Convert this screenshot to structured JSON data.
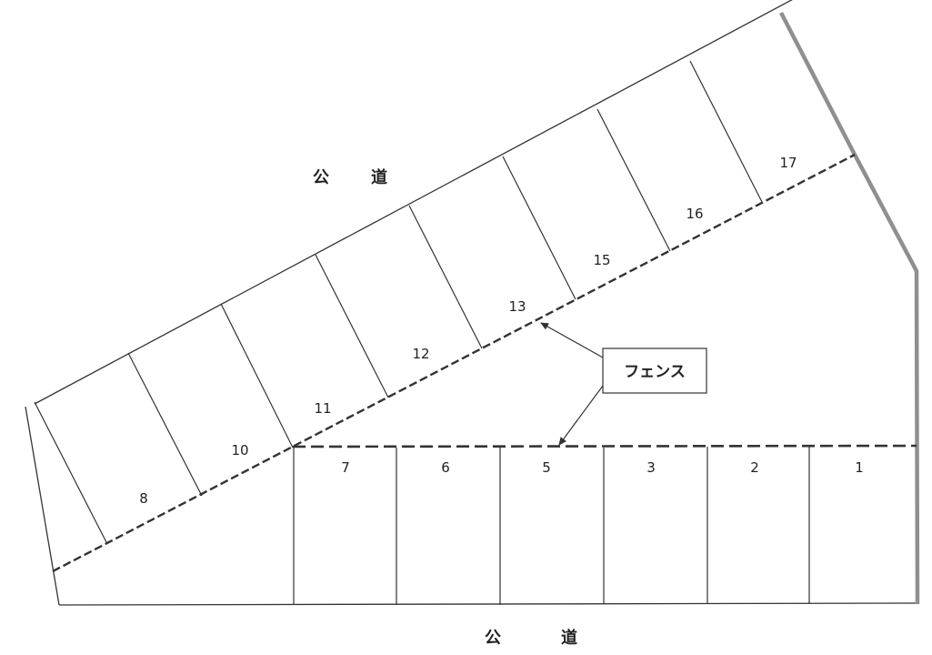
{
  "diagram": {
    "type": "parking-lot-layout",
    "road_labels": {
      "top": {
        "char1": "公",
        "char2": "道"
      },
      "bottom": {
        "char1": "公",
        "char2": "道"
      }
    },
    "fence_callout": {
      "label": "フェンス"
    },
    "colors": {
      "line": "#333333",
      "wall": "#8a8a8a",
      "fence": "#333333",
      "background": "#ffffff"
    },
    "upper_row_spaces": [
      {
        "number": "8"
      },
      {
        "number": "10"
      },
      {
        "number": "11"
      },
      {
        "number": "12"
      },
      {
        "number": "13"
      },
      {
        "number": "15"
      },
      {
        "number": "16"
      },
      {
        "number": "17"
      }
    ],
    "lower_row_spaces": [
      {
        "number": "7"
      },
      {
        "number": "6"
      },
      {
        "number": "5"
      },
      {
        "number": "3"
      },
      {
        "number": "2"
      },
      {
        "number": "1"
      }
    ]
  }
}
